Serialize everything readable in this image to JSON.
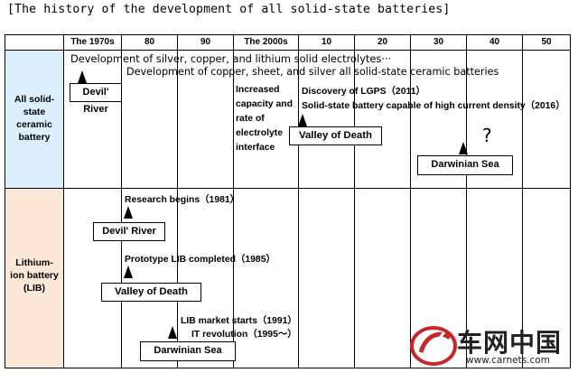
{
  "title": "[The history of the development of all solid-state batteries]",
  "columns": [
    "The 1970s",
    "80",
    "90",
    "The 2000s",
    "10",
    "20",
    "30",
    "40",
    "50"
  ],
  "rows": {
    "ceramic_label": "All solid-state ceramic battery",
    "lib_label": "Lithium-ion battery (LIB)"
  },
  "ceramic": {
    "dev_silver": "Development of silver, copper, and lithium solid electrolytes···",
    "dev_copper": "Development of copper, sheet, and silver all solid-state ceramic batteries",
    "increased": "Increased capacity and rate of electrolyte interface",
    "lgps": "Discovery of LGPS（2011）",
    "solid_state": "Solid-state battery capable of high current density（2016）",
    "devil_river": "Devil' River",
    "valley_of_death": "Valley of Death",
    "darwinian_sea": "Darwinian Sea",
    "question": "?"
  },
  "lib": {
    "research": "Research begins（1981）",
    "devil_river": "Devil' River",
    "prototype": "Prototype LIB completed（1985）",
    "valley_of_death": "Valley of Death",
    "market": "LIB market starts（1991）",
    "it_revolution": "IT revolution（1995～）",
    "darwinian_sea": "Darwinian Sea"
  },
  "watermark": {
    "cn": "车网中国",
    "url": "www.carnets.com"
  },
  "colors": {
    "ceramic_bg": "#dcefff",
    "lib_bg": "#fde7d6",
    "grid": "#000000"
  }
}
